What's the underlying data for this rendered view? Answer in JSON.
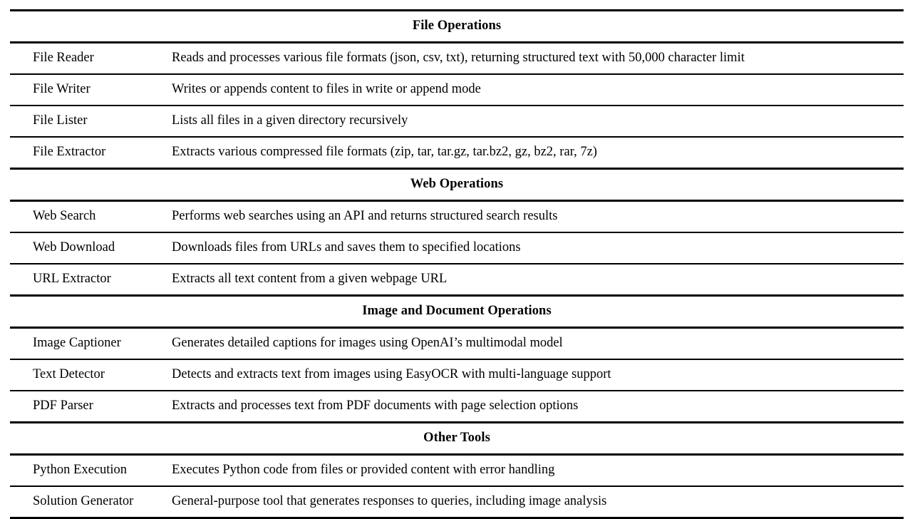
{
  "document": {
    "kind": "tool-operations-table",
    "column_count": 2,
    "background_color": "#ffffff",
    "text_color": "#000000",
    "rule_color": "#000000"
  },
  "sections": [
    {
      "heading": "File Operations",
      "rows": [
        {
          "name": "File Reader",
          "description": "Reads and processes various file formats (json, csv, txt), returning structured text with 50,000 character limit"
        },
        {
          "name": "File Writer",
          "description": "Writes or appends content to files in write or append mode"
        },
        {
          "name": "File Lister",
          "description": "Lists all files in a given directory recursively"
        },
        {
          "name": "File Extractor",
          "description": "Extracts various compressed file formats (zip, tar, tar.gz, tar.bz2, gz, bz2, rar, 7z)"
        }
      ]
    },
    {
      "heading": "Web Operations",
      "rows": [
        {
          "name": "Web Search",
          "description": "Performs web searches using an API and returns structured search results"
        },
        {
          "name": "Web Download",
          "description": "Downloads files from URLs and saves them to specified locations"
        },
        {
          "name": "URL Extractor",
          "description": "Extracts all text content from a given webpage URL"
        }
      ]
    },
    {
      "heading": "Image and Document Operations",
      "rows": [
        {
          "name": "Image Captioner",
          "description": "Generates detailed captions for images using OpenAI’s multimodal model"
        },
        {
          "name": "Text Detector",
          "description": "Detects and extracts text from images using EasyOCR with multi-language support"
        },
        {
          "name": "PDF Parser",
          "description": "Extracts and processes text from PDF documents with page selection options"
        }
      ]
    },
    {
      "heading": "Other Tools",
      "rows": [
        {
          "name": "Python Execution",
          "description": "Executes Python code from files or provided content with error handling"
        },
        {
          "name": "Solution Generator",
          "description": "General-purpose tool that generates responses to queries, including image analysis"
        }
      ]
    }
  ]
}
